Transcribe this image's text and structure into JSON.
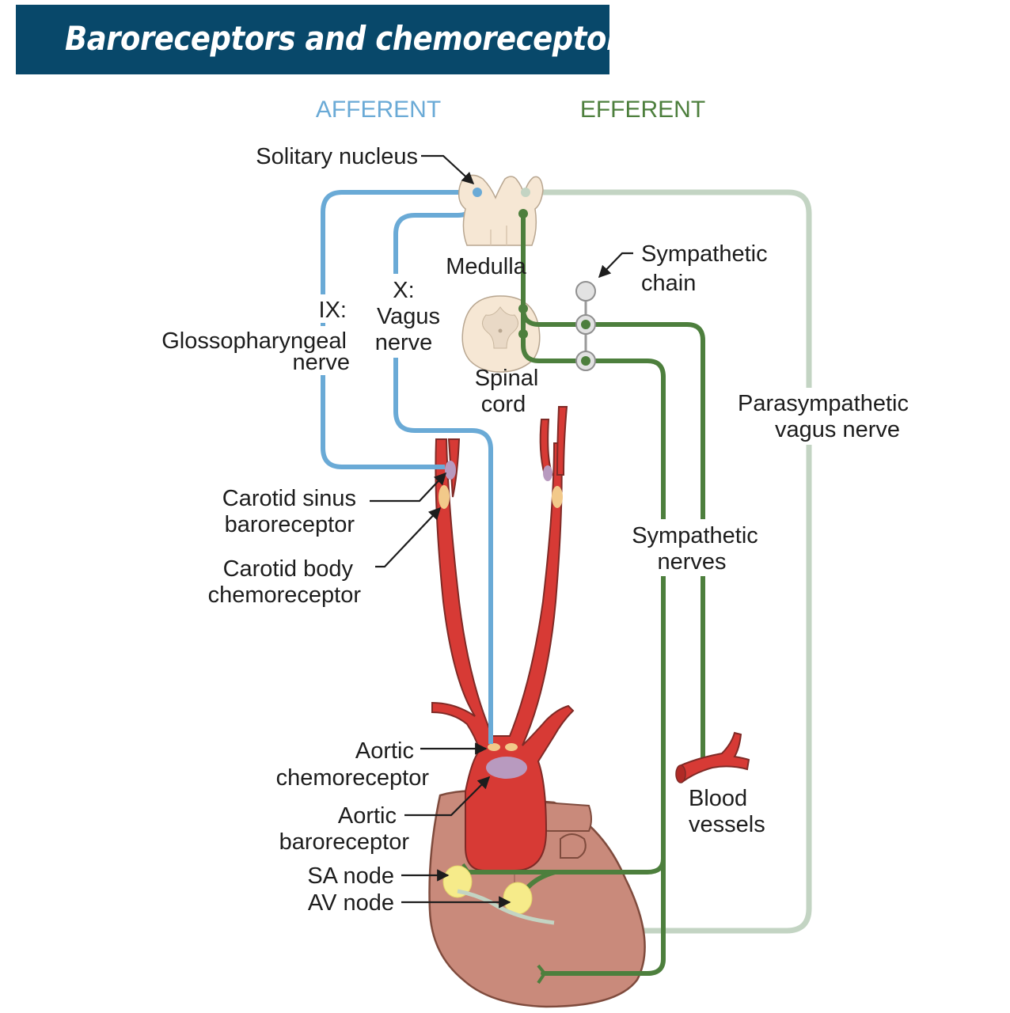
{
  "title": "Baroreceptors and chemoreceptors",
  "headers": {
    "afferent": "AFFERENT",
    "efferent": "EFFERENT"
  },
  "labels": {
    "solitary_nucleus": "Solitary nucleus",
    "medulla": "Medulla",
    "sympathetic_chain": [
      "Sympathetic",
      "chain"
    ],
    "ix_nerve": [
      "IX:",
      "Glossopharyngeal",
      "nerve"
    ],
    "x_nerve": [
      "X:",
      "Vagus",
      "nerve"
    ],
    "spinal_cord": [
      "Spinal",
      "cord"
    ],
    "parasympathetic": [
      "Parasympathetic",
      "vagus nerve"
    ],
    "sympathetic_nerves": [
      "Sympathetic",
      "nerves"
    ],
    "carotid_sinus": [
      "Carotid sinus",
      "baroreceptor"
    ],
    "carotid_body": [
      "Carotid body",
      "chemoreceptor"
    ],
    "aortic_chemo": [
      "Aortic",
      "chemoreceptor"
    ],
    "aortic_baro": [
      "Aortic",
      "baroreceptor"
    ],
    "blood_vessels": [
      "Blood",
      "vessels"
    ],
    "sa_node": "SA node",
    "av_node": "AV node"
  },
  "colors": {
    "title_bg": "#08486a",
    "afferent": "#6aaad6",
    "efferent": "#4d7f3d",
    "parasympathetic": "#c3d4c3",
    "artery": "#d73a35",
    "heart": "#c98a7b"
  }
}
